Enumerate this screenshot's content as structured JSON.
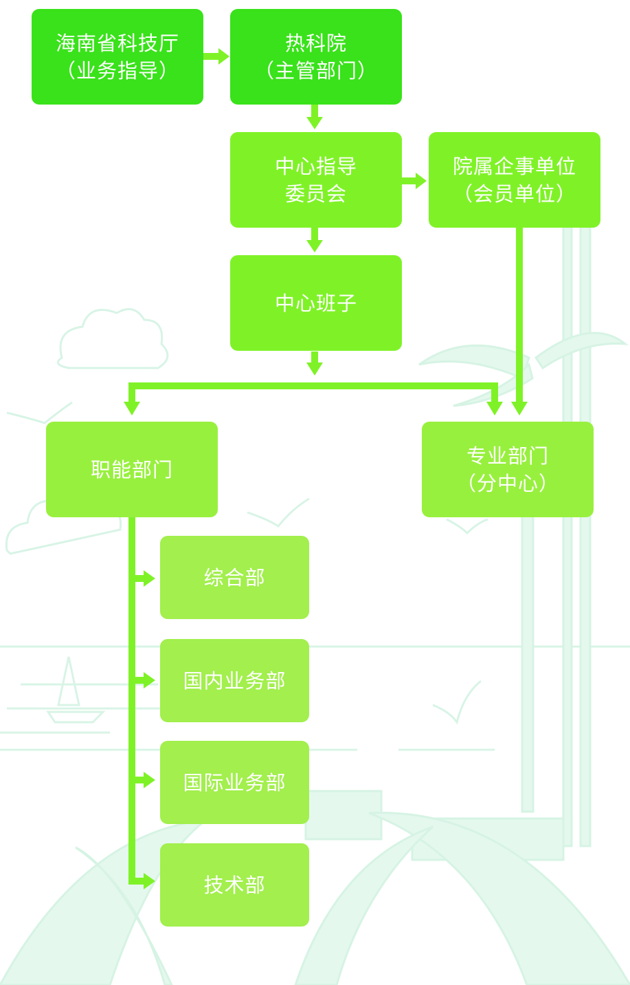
{
  "nodes": {
    "hainan_sti": {
      "line1": "海南省科技厅",
      "line2": "（业务指导）"
    },
    "reke_institute": {
      "line1": "热科院",
      "line2": "（主管部门）"
    },
    "steering_committee": {
      "line1": "中心指导",
      "line2": "委员会"
    },
    "affiliated_units": {
      "line1": "院属企事单位",
      "line2": "（会员单位）"
    },
    "center_leadership": {
      "line1": "中心班子"
    },
    "functional_depts": {
      "line1": "职能部门"
    },
    "professional_depts": {
      "line1": "专业部门",
      "line2": "（分中心）"
    },
    "general_dept": {
      "line1": "综合部"
    },
    "domestic_dept": {
      "line1": "国内业务部"
    },
    "international_dept": {
      "line1": "国际业务部"
    },
    "technical_dept": {
      "line1": "技术部"
    }
  },
  "colors": {
    "top_level": "#39e21a",
    "mid_level": "#7ff227",
    "lower_level": "#98f03e",
    "sub_dept": "#a2ef4d",
    "arrow": "#7ff227",
    "background_art": "#dff6ea"
  }
}
